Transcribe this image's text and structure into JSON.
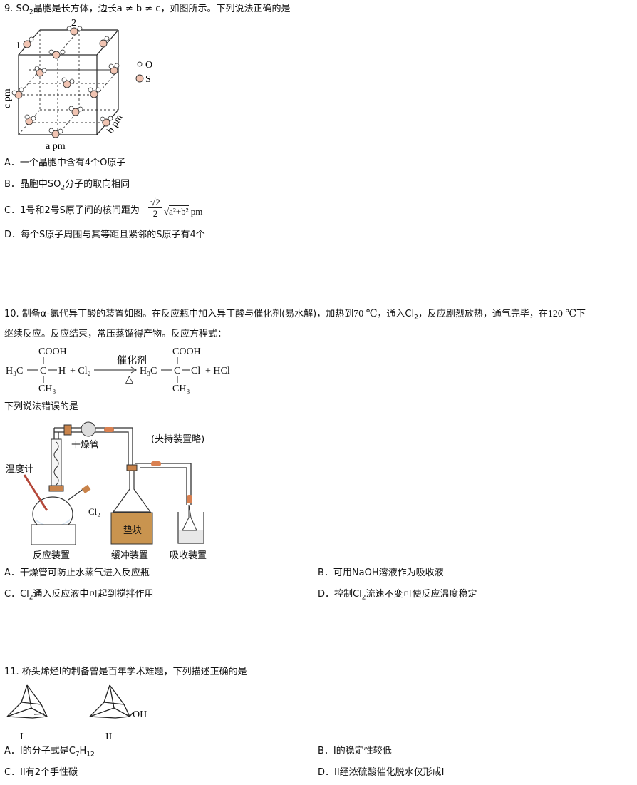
{
  "q9": {
    "stem_a": "9. SO",
    "stem_sub": "2",
    "stem_b": "晶胞是长方体，边长a ≠ b ≠ c，如图所示。下列说法正确的是",
    "fig": {
      "label_1": "1",
      "label_2": "2",
      "legend_o": "O",
      "legend_s": "S",
      "label_c": "c pm",
      "label_b": "b pm",
      "label_a": "a pm"
    },
    "opt_a": "A．一个晶胞中含有4个O原子",
    "opt_b_pre": "B．晶胞中SO",
    "opt_b_sub": "2",
    "opt_b_post": "分子的取向相同",
    "opt_c_pre": "C．1号和2号S原子间的核间距为",
    "opt_c_num": "√2",
    "opt_c_den": "2",
    "opt_c_root": "a²+b²",
    "opt_c_unit": "pm",
    "opt_d": "D．每个S原子周围与其等距且紧邻的S原子有4个"
  },
  "q10": {
    "stem_line1_a": "10. 制备α-氯代异丁酸的装置如图。在反应瓶中加入异丁酸与催化剂(易水解)，加热到",
    "temp1": "70 ℃",
    "stem_line1_b": "，通入Cl",
    "stem_line1_sub": "2",
    "stem_line1_c": "，反应剧烈放热，通气完毕，在",
    "temp2": "120 ℃",
    "stem_line1_d": "下",
    "stem_line2": "继续反应。反应结束，常压蒸馏得产物。反应方程式：",
    "eq": {
      "cooh": "COOH",
      "h3c": "H₃C",
      "c": "C",
      "h": "H",
      "plus_cl2": "+ Cl₂",
      "catalyst": "催化剂",
      "heat": "△",
      "cl": "Cl",
      "plus_hcl": "+ HCl",
      "ch3": "CH₃"
    },
    "stem_line3": "下列说法错误的是",
    "fig": {
      "drying_tube": "干燥管",
      "clamp_note": "(夹持装置略)",
      "thermometer": "温度计",
      "cl2": "Cl₂",
      "pad": "垫块",
      "reactor": "反应装置",
      "buffer": "缓冲装置",
      "absorber": "吸收装置"
    },
    "opt_a": "A．干燥管可防止水蒸气进入反应瓶",
    "opt_b": "B．可用NaOH溶液作为吸收液",
    "opt_c_pre": "C．Cl",
    "opt_c_sub": "2",
    "opt_c_post": "通入反应液中可起到搅拌作用",
    "opt_d_pre": "D．控制Cl",
    "opt_d_sub": "2",
    "opt_d_post": "流速不变可使反应温度稳定"
  },
  "q11": {
    "stem": "11. 桥头烯烃I的制备曾是百年学术难题，下列描述正确的是",
    "fig": {
      "label_i": "I",
      "label_ii": "II",
      "oh": "OH"
    },
    "opt_a_pre": "A．I的分子式是C",
    "opt_a_sub1": "7",
    "opt_a_mid": "H",
    "opt_a_sub2": "12",
    "opt_b": "B．I的稳定性较低",
    "opt_c": "C．II有2个手性碳",
    "opt_d": "D．II经浓硫酸催化脱水仅形成I"
  }
}
